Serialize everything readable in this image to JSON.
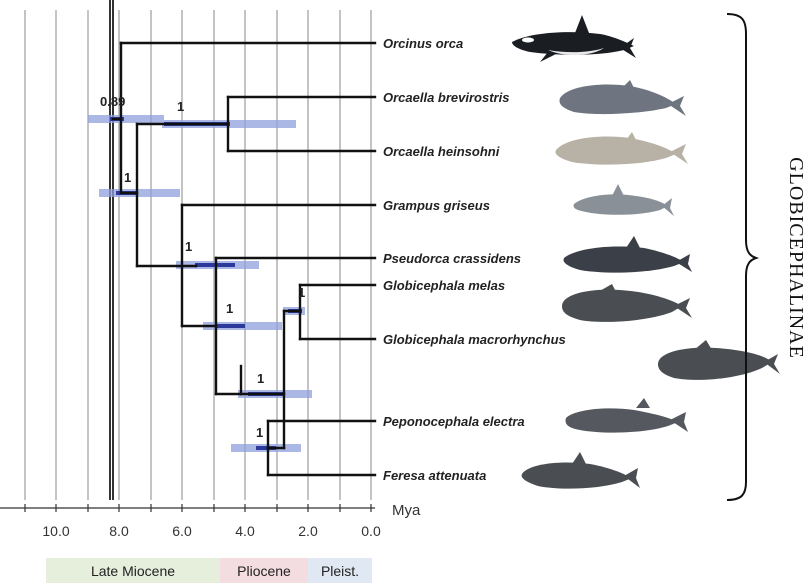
{
  "axis": {
    "unit": "Mya",
    "ticks": [
      "10.0",
      "8.0",
      "6.0",
      "4.0",
      "2.0",
      "0.0"
    ]
  },
  "epochs": [
    {
      "name": "Late Miocene",
      "color": "#e6efdc"
    },
    {
      "name": "Pliocene",
      "color": "#f3dde0"
    },
    {
      "name": "Pleist.",
      "color": "#dfe8f3"
    }
  ],
  "clade": "GLOBICEPHALINAE",
  "taxa": [
    "Orcinus orca",
    "Orcaella brevirostris",
    "Orcaella heinsohni",
    "Grampus griseus",
    "Pseudorca crassidens",
    "Globicephala melas",
    "Globicephala macrorhynchus",
    "Peponocephala electra",
    "Feresa attenuata"
  ],
  "node_support": [
    {
      "id": "orcaella-ancestor",
      "value": "0.89"
    },
    {
      "id": "orcaella",
      "value": "1"
    },
    {
      "id": "grampus-rest",
      "value": "1"
    },
    {
      "id": "pseudorca-rest",
      "value": "1"
    },
    {
      "id": "pilot-feresa",
      "value": "1"
    },
    {
      "id": "globicephala",
      "value": "1"
    },
    {
      "id": "pilot-pepono",
      "value": "1"
    },
    {
      "id": "pepono-feresa",
      "value": "1"
    }
  ],
  "colors": {
    "branch": "#111111",
    "hpd_bar": "#8fa0dc",
    "hpd_core": "#2b3a9a",
    "grid": "#888888"
  }
}
